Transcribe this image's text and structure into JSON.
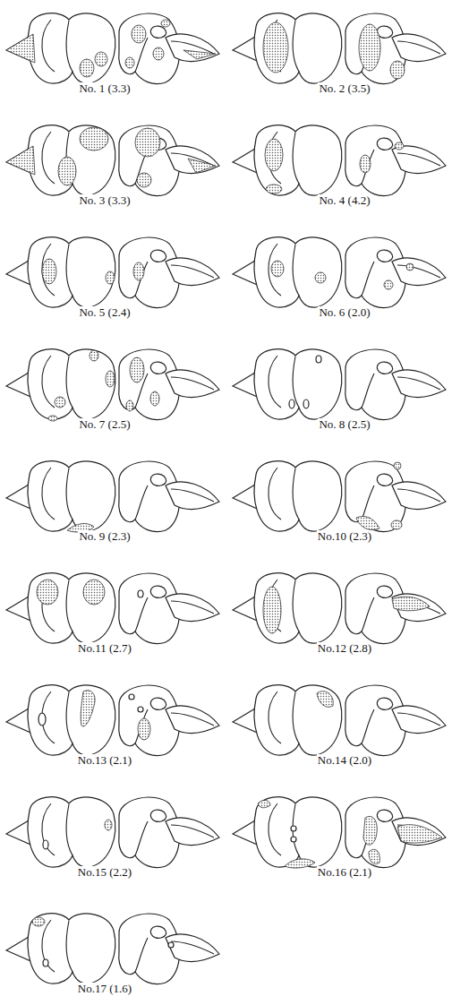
{
  "diagram": {
    "labels": [
      "No. 1 (3.3)",
      "No. 2 (3.5)",
      "No. 3 (3.3)",
      "No. 4 (4.2)",
      "No. 5 (2.4)",
      "No. 6 (2.0)",
      "No. 7 (2.5)",
      "No. 8 (2.5)",
      "No. 9 (2.3)",
      "No.10 (2.3)",
      "No.11 (2.7)",
      "No.12 (2.8)",
      "No.13 (2.1)",
      "No.14 (2.0)",
      "No.15 (2.2)",
      "No.16 (2.1)",
      "No.17 (1.6)"
    ]
  }
}
